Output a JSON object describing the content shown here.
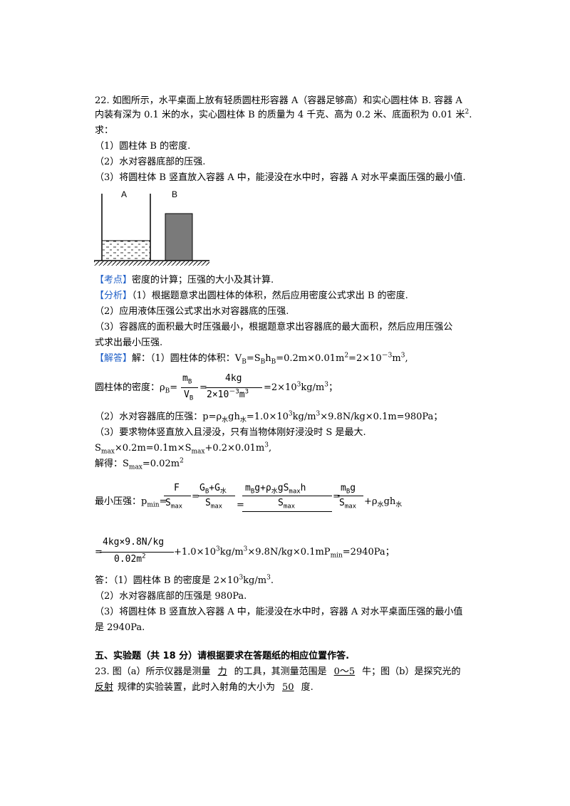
{
  "q22": {
    "line1": "22. 如图所示，水平桌面上放有轻质圆柱形容器 A（容器足够高）和实心圆柱体 B. 容器 A",
    "line2": "内装有深为 0.1 米的水，实心圆柱体 B 的质量为 4 千克、高为 0.2 米、底面积为 0.01 米",
    "line2_sup": "2",
    "line2_tail": ".",
    "line3": "求：",
    "line4": "（1）圆柱体 B 的密度.",
    "line5": "（2）水对容器底部的压强.",
    "line6": "（3）将圆柱体 B 竖直放入容器 A 中，能浸没在水中时，容器 A 对水平桌面压强的最小值."
  },
  "figure": {
    "label_a": "A",
    "label_b": "B"
  },
  "kaodian": {
    "tag": "【考点】",
    "text": "密度的计算；压强的大小及其计算."
  },
  "fenxi": {
    "tag": "【分析】",
    "line1": "（1）根据题意求出圆柱体的体积，然后应用密度公式求出 B 的密度.",
    "line2": "（2）应用液体压强公式求出水对容器底的压强.",
    "line3": "（3）容器底的面积最大时压强最小，根据题意求出容器底的最大面积，然后应用压强公",
    "line4": "式求出最小压强."
  },
  "jieda": {
    "tag": "【解答】",
    "line1": "解：（1）圆柱体的体积：V",
    "line1b": "=S",
    "line1c": "h",
    "line1d": "=0.2m×0.01m",
    "line1e": "=2×10",
    "line1f": "m",
    "line1g": ",",
    "sub_b": "B",
    "sup_2": "2",
    "sup_neg3": "－3",
    "sup_3": "3",
    "density_prefix": "圆柱体的密度：ρ",
    "density_eq1": "=",
    "density_num1": "m",
    "density_den1": "V",
    "density_eq2": "=",
    "density_num2": "4kg",
    "density_den2": "2×10",
    "density_den2_sup": "－3",
    "density_den2_tail": "m",
    "density_result": "=2×10",
    "density_result_tail": "kg/m",
    "density_end": "；",
    "p2_prefix": "（2）水对容器底的压强：p=ρ",
    "sub_shui": "水",
    "p2_mid": "gh",
    "p2_tail": "=1.0×10",
    "p2_tail2": "kg/m",
    "p2_tail3": "×9.8N/kg×0.1m=980Pa；",
    "p3_line": "（3）要求物体竖直放入且浸没，只有当物体刚好浸没时 S 是最大.",
    "smax_line_a": "S",
    "smax_sub": "max",
    "smax_line_b": "×0.2m=0.1m×S",
    "smax_line_c": "+0.2×0.01m",
    "smax_line_d": ",",
    "solve_prefix": "解得：S",
    "solve_tail": "=0.02m",
    "pmin_prefix": "最小压强：p",
    "pmin_sub": "min",
    "pmin_eq": "=",
    "f1_num": "F",
    "f1_den": "S",
    "f2_num": "G",
    "f2_num_b": "+G",
    "f3_num": "m",
    "f3_num_b": "g+ρ",
    "f3_num_c": "gS",
    "f3_num_d": "h",
    "f4_num": "m",
    "f4_num_b": "g",
    "pmin_tail": "+ρ",
    "pmin_tail2": "gh",
    "final_num": "4kg×9.8N/kg",
    "final_den": "0.02m",
    "final_tail": "+1.0×10",
    "final_tail2": "kg/m",
    "final_tail3": "×9.8N/kg×0.1mP",
    "final_tail4": "=2940Pa；"
  },
  "answer": {
    "line1": "答：（1）圆柱体 B 的密度是 2×10",
    "line1_tail": "kg/m",
    "line1_end": ".",
    "line2": "（2）水对容器底部的压强是 980Pa.",
    "line3": "（3）将圆柱体 B 竖直放入容器 A 中，能浸没在水中时，容器 A 对水平桌面压强的最小值",
    "line4": "是 2940Pa."
  },
  "section5": {
    "title": "五、实验题（共 18 分）请根据要求在答题纸的相应位置作答."
  },
  "q23": {
    "line1_a": "23. 图（a）所示仪器是测量",
    "blank1": "力",
    "line1_b": "的工具，其测量范围是",
    "blank2": "0～5",
    "line1_c": "牛；图（b）是探究光的",
    "blank3": "反射",
    "line2_a": "规律的实验装置，此时入射角的大小为",
    "blank4": "50",
    "line2_b": "度."
  }
}
